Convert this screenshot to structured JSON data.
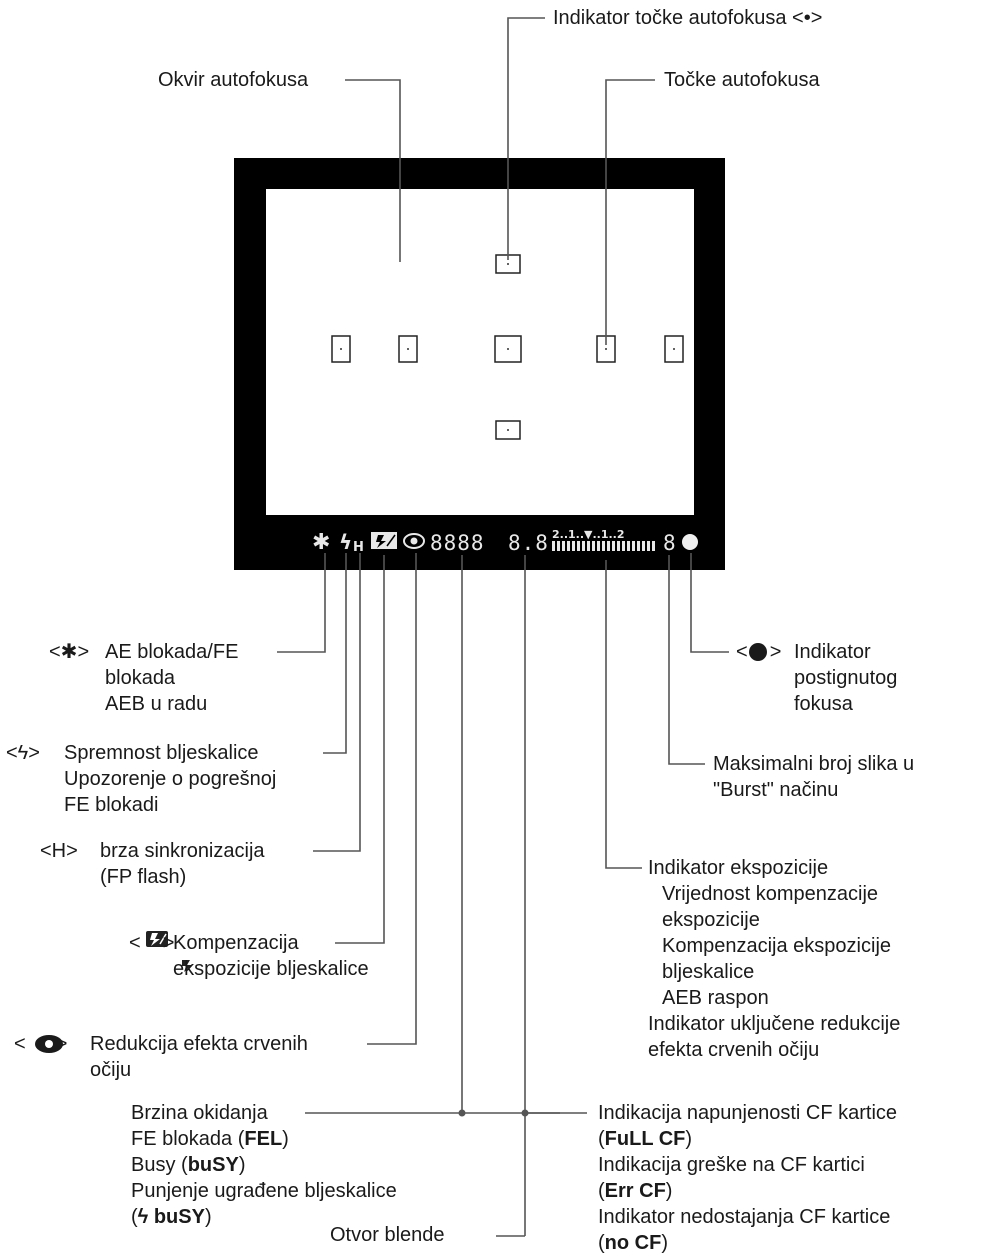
{
  "labels": {
    "top_indicator": "Indikator točke autofokusa <•>",
    "af_frame": "Okvir autofokusa",
    "af_points": "Točke autofokusa",
    "ae_lock": {
      "symbol": "<✱>",
      "lines": [
        "AE blokada/FE",
        "blokada",
        "AEB u radu"
      ]
    },
    "flash_ready": {
      "symbol": "<ϟ>",
      "lines": [
        "Spremnost bljeskalice",
        "Upozorenje o pogrešnoj",
        "FE blokadi"
      ]
    },
    "high_speed": {
      "symbol": "<H>",
      "lines": [
        "brza sinkronizacija",
        "(FP flash)"
      ]
    },
    "flash_comp": {
      "symbol": "<",
      "symbol_end": ">",
      "lines": [
        "Kompenzacija",
        "ekspozicije bljeskalice"
      ]
    },
    "red_eye": {
      "symbol": "<",
      "symbol_end": ">",
      "lines": [
        "Redukcija efekta crvenih",
        "očiju"
      ]
    },
    "focus_conf": {
      "symbol": "<",
      "symbol_end": ">",
      "lines": [
        "Indikator",
        "postignutog",
        "fokusa"
      ]
    },
    "max_burst": {
      "lines": [
        "Maksimalni broj slika u",
        "\"Burst\" načinu"
      ]
    },
    "exposure": {
      "title": "Indikator ekspozicije",
      "sub": [
        "Vrijednost kompenzacije",
        "ekspozicije",
        "Kompenzacija ekspozicije",
        "bljeskalice",
        "AEB raspon"
      ],
      "extra": [
        "Indikator uključene redukcije",
        "efekta crvenih očiju"
      ]
    },
    "shutter": {
      "l1": "Brzina okidanja",
      "l2_pre": "FE blokada (",
      "l2_b": "FEL",
      "l2_post": ")",
      "l3_pre": "Busy (",
      "l3_b": "buSY",
      "l3_post": ")",
      "l4": "Punjenje ugrađene bljeskalice",
      "l5_pre": "(",
      "l5_sym": "ϟ",
      "l5_b": " buSY",
      "l5_post": ")"
    },
    "cf_card": {
      "l1": "Indikacija napunjenosti CF kartice",
      "l2_pre": "(",
      "l2_b": "FuLL CF",
      "l2_post": ")",
      "l3": "Indikacija greške na CF kartici",
      "l4_pre": "(",
      "l4_b": "Err CF",
      "l4_post": ")",
      "l5": "Indikator nedostajanja CF kartice",
      "l6_pre": "(",
      "l6_b": "no CF",
      "l6_post": ")"
    },
    "aperture": "Otvor blende"
  },
  "display": {
    "star": "✱",
    "flash": "ϟ",
    "flash_h": "H",
    "speed": "8888",
    "aperture": "8.8",
    "scale_top": "2..1..▼..1..2",
    "burst_digit": "8"
  },
  "colors": {
    "frame": "#000000",
    "lines": "#555555",
    "display": "#e8e8e8"
  }
}
